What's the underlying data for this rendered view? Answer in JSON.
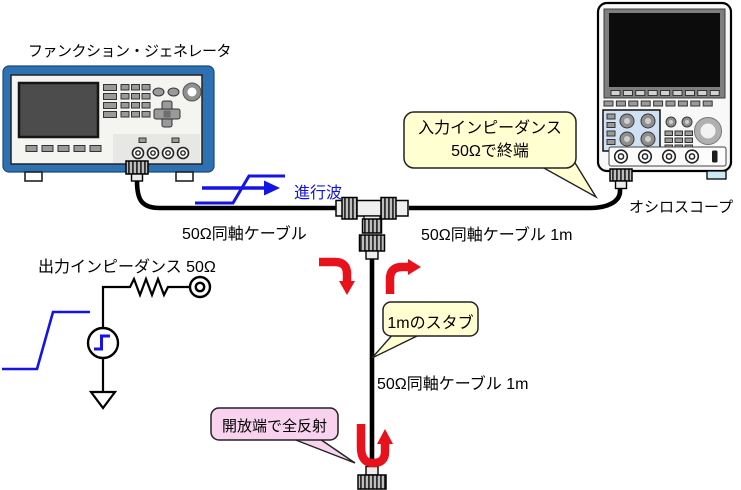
{
  "devices": {
    "function_generator": {
      "label": "ファンクション・ジェネレータ"
    },
    "oscilloscope": {
      "label": "オシロスコープ"
    }
  },
  "cables": {
    "left_label": "50Ω同軸ケーブル",
    "right_label": "50Ω同軸ケーブル 1m",
    "stub_label": "50Ω同軸ケーブル 1m"
  },
  "circuit": {
    "output_impedance_label": "出力インピーダンス 50Ω"
  },
  "wave": {
    "traveling_wave_label": "進行波"
  },
  "callouts": {
    "input_impedance": {
      "line1": "入力インピーダンス",
      "line2": "50Ωで終端"
    },
    "stub": {
      "text": "1mのスタブ"
    },
    "open_end": {
      "text": "開放端で全反射"
    }
  },
  "colors": {
    "device_blue": "#2e71b3",
    "panel_light_blue": "#cfe1f3",
    "callout_yellow": "#ffffd2",
    "callout_pink": "#f8d2ee",
    "arrow_red": "#e8121c",
    "wave_blue": "#1414e6",
    "cable_black": "#000000"
  }
}
